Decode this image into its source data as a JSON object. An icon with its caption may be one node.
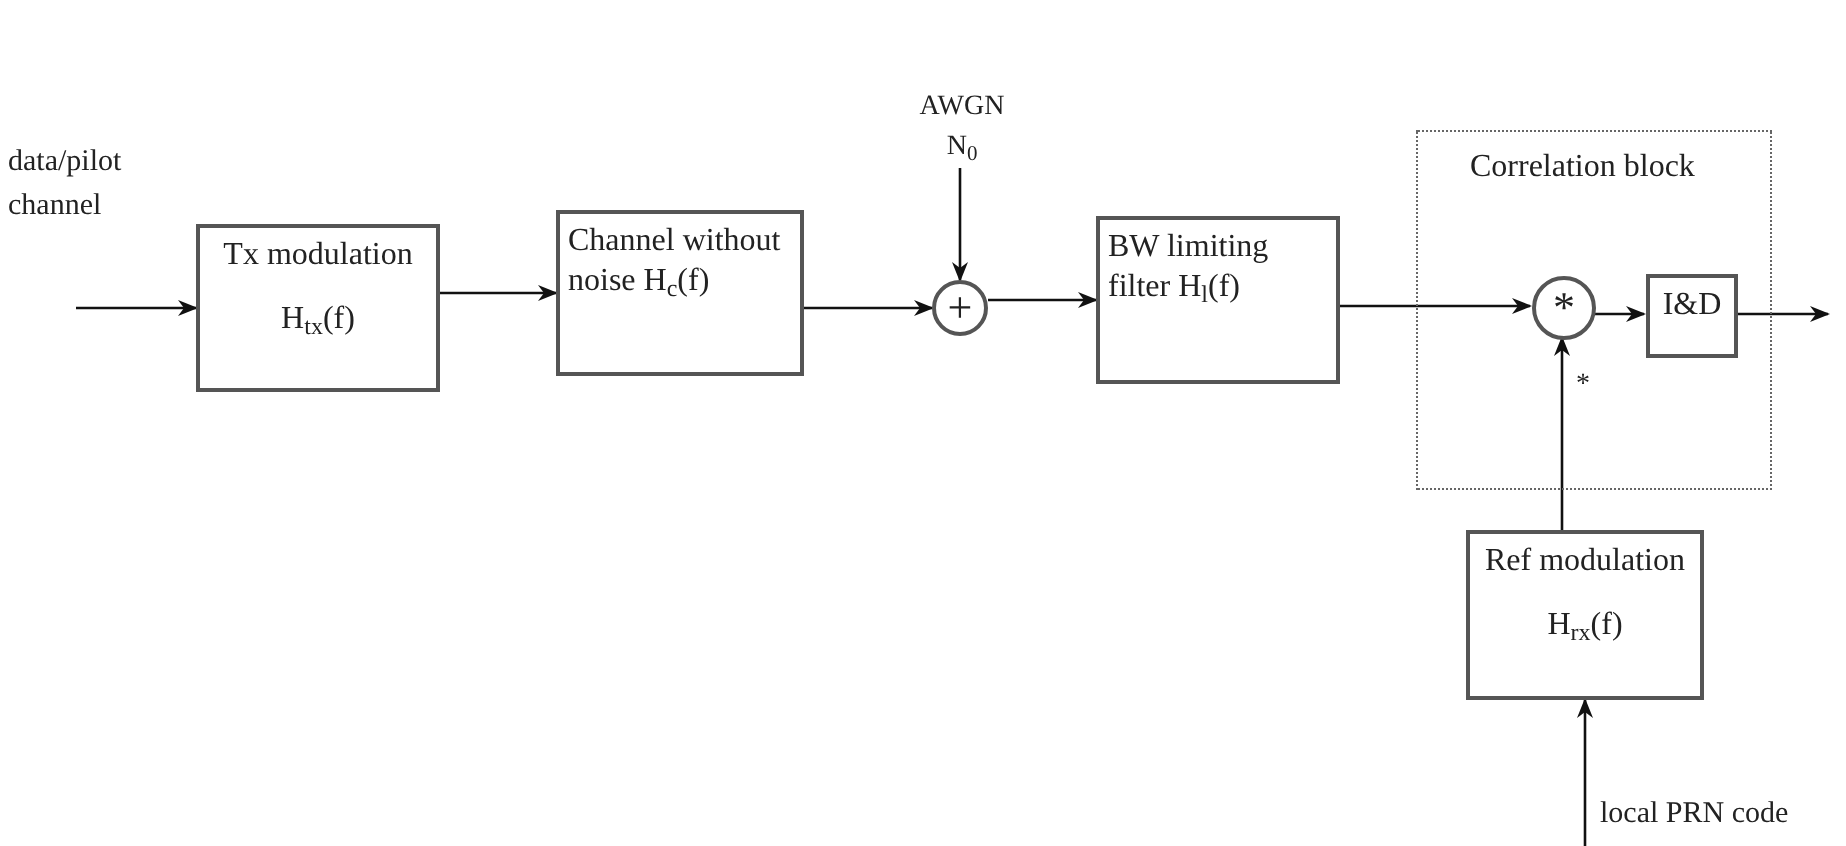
{
  "diagram": {
    "nodes": [
      {
        "text": [
          "Tx modulation",
          "H$_{tx}$(f)"
        ]
      },
      {
        "text": [
          "Channel without noise H$_{c}$(f)"
        ]
      },
      {
        "text": [
          "+"
        ]
      },
      {
        "text": [
          "AWGN",
          "N$_{0}$"
        ]
      },
      {
        "text": [
          "BW limiting filter H$_{l}$(f)"
        ]
      },
      {
        "text": [
          "Correlation block"
        ]
      },
      {
        "text": [
          "*"
        ],
        "in": 5
      },
      {
        "text": [
          "I&D"
        ],
        "in": 5
      },
      {
        "text": [
          "Ref modulation",
          "H$_{rx}$(f)"
        ]
      }
    ],
    "edges": [
      {
        "from": null,
        "to": 0,
        "arrow": "to"
      },
      {
        "from": 0,
        "to": 1,
        "arrow": "to"
      },
      {
        "from": 1,
        "to": 2,
        "arrow": "to"
      },
      {
        "from": 3,
        "to": 2,
        "arrow": "to"
      },
      {
        "from": 2,
        "to": 4,
        "arrow": "to"
      },
      {
        "from": 4,
        "to": 6,
        "arrow": "to"
      },
      {
        "from": 6,
        "to": 7,
        "arrow": "to"
      },
      {
        "from": 7,
        "to": null,
        "arrow": "to"
      },
      {
        "from": 8,
        "to": 6,
        "arrow": "to"
      },
      {
        "from": null,
        "to": 8,
        "arrow": "to"
      }
    ],
    "labels": [
      "data/pilot channel",
      "*",
      "local PRN code"
    ]
  }
}
